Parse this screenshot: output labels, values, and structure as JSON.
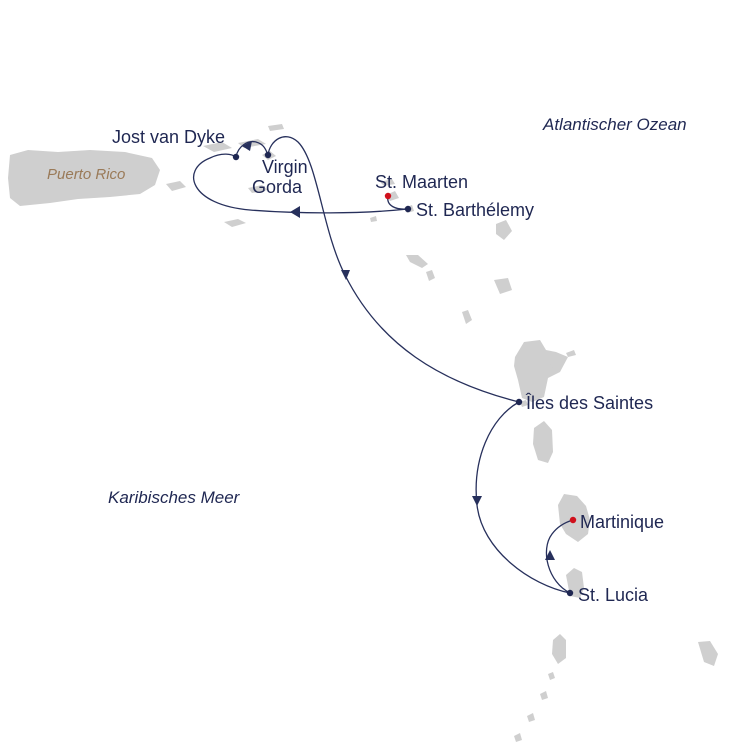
{
  "colors": {
    "land": "#cfcfcf",
    "route": "#27305c",
    "port_dot": "#1f2752",
    "start_end_dot": "#d0101c",
    "label": "#1f2752",
    "country_label": "#9a7a58"
  },
  "seas": {
    "atlantic": "Atlantischer Ozean",
    "caribbean": "Karibisches Meer"
  },
  "land_labels": {
    "puerto_rico": "Puerto Rico"
  },
  "ports": {
    "jost_van_dyke": "Jost van Dyke",
    "virgin_gorda_line1": "Virgin",
    "virgin_gorda_line2": "Gorda",
    "st_maarten": "St. Maarten",
    "st_barthelemy": "St. Barthélemy",
    "iles_des_saintes": "Îles des Saintes",
    "martinique": "Martinique",
    "st_lucia": "St. Lucia"
  }
}
